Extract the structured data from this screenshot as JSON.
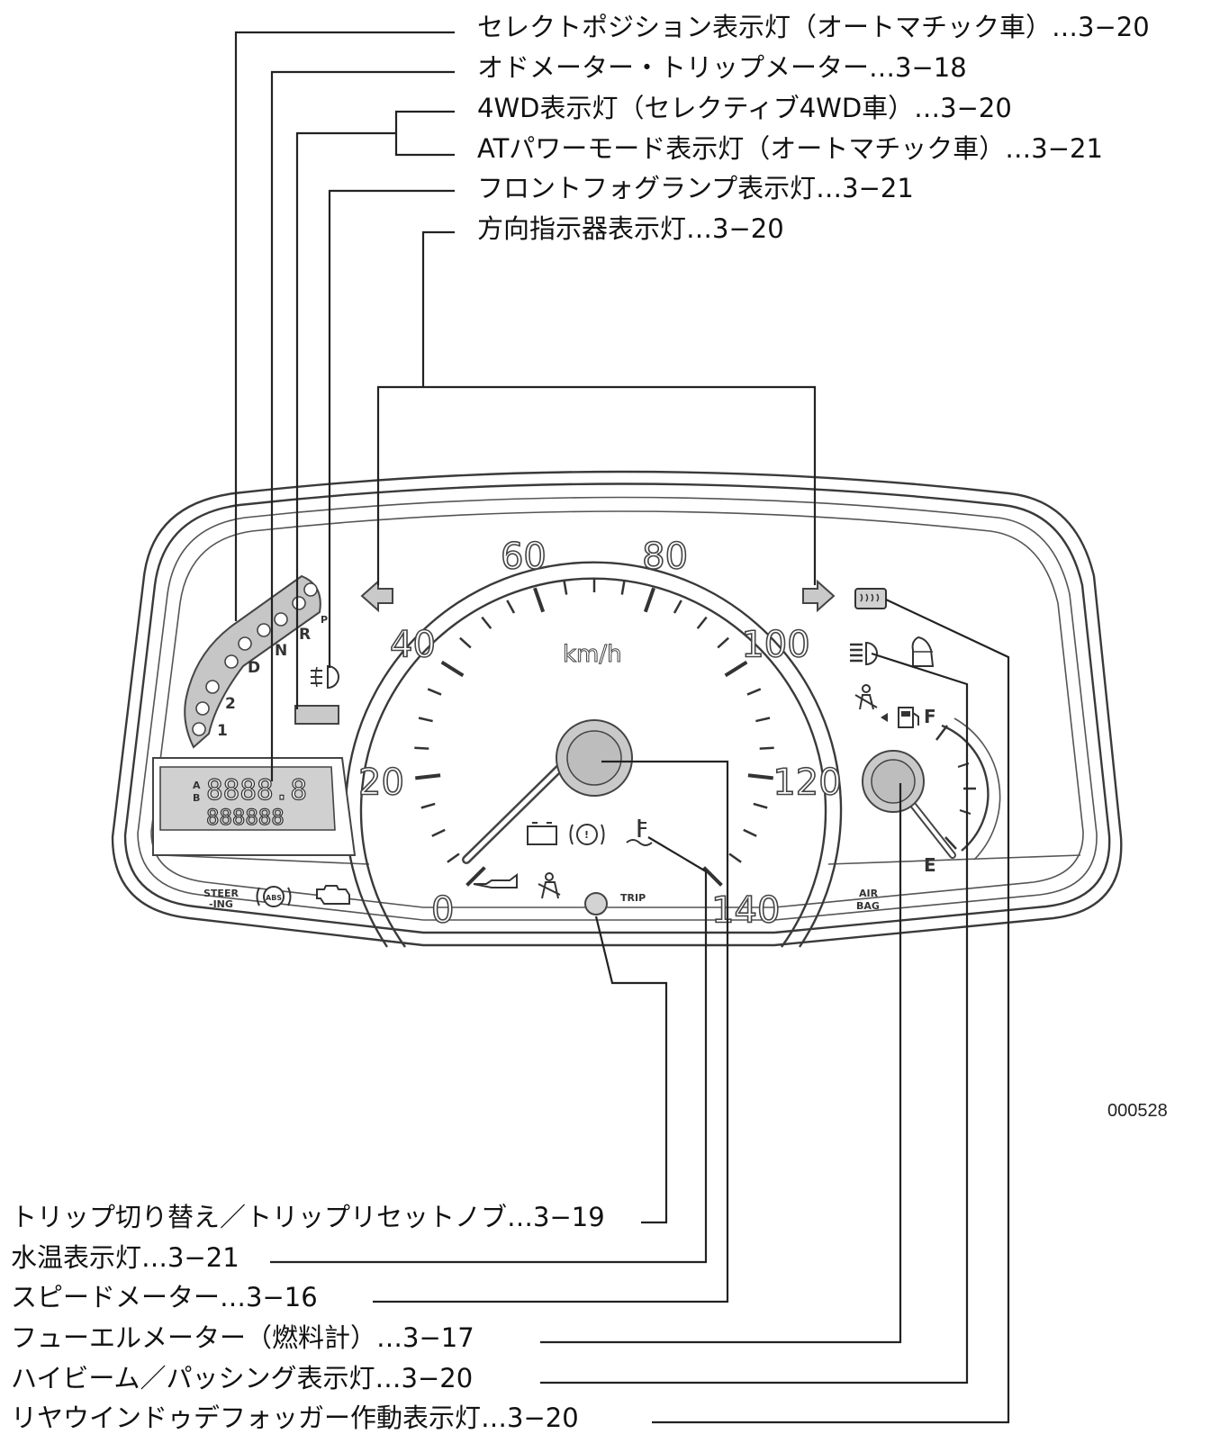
{
  "top_labels": [
    {
      "id": "select-position",
      "text": "セレクトポジション表示灯（オートマチック車）…3−20"
    },
    {
      "id": "odo-trip",
      "text": "オドメーター・トリップメーター…3−18"
    },
    {
      "id": "4wd",
      "text": "4WD表示灯（セレクティブ4WD車）…3−20"
    },
    {
      "id": "at-power",
      "text": "ATパワーモード表示灯（オートマチック車）…3−21"
    },
    {
      "id": "front-fog",
      "text": "フロントフォグランプ表示灯…3−21"
    },
    {
      "id": "turn-signal",
      "text": "方向指示器表示灯…3−20"
    }
  ],
  "bottom_labels": [
    {
      "id": "trip-knob",
      "text": "トリップ切り替え／トリップリセットノブ…3−19"
    },
    {
      "id": "water-temp",
      "text": "水温表示灯…3−21"
    },
    {
      "id": "speedometer",
      "text": "スピードメーター…3−16"
    },
    {
      "id": "fuel-meter",
      "text": "フューエルメーター（燃料計）…3−17"
    },
    {
      "id": "high-beam",
      "text": "ハイビーム／パッシング表示灯…3−20"
    },
    {
      "id": "rear-defogger",
      "text": "リヤウインドゥデフォッガー作動表示灯…3−20"
    }
  ],
  "figure_code": "000528",
  "speedometer": {
    "unit": "km/h",
    "scale_labels": [
      "0",
      "20",
      "40",
      "60",
      "80",
      "100",
      "120",
      "140"
    ]
  },
  "fuel_gauge": {
    "full": "F",
    "empty": "E"
  },
  "shift_positions": [
    "P",
    "R",
    "N",
    "D",
    "2",
    "1"
  ],
  "odometer": {
    "ab": "A\nB",
    "trip_display": "8888.8",
    "odo_display": "888888"
  },
  "warning_labels": {
    "steer": "STEER",
    "steer_line2": "-ING",
    "abs": "ABS",
    "trip": "TRIP",
    "airbag_line1": "AIR",
    "airbag_line2": "BAG"
  }
}
